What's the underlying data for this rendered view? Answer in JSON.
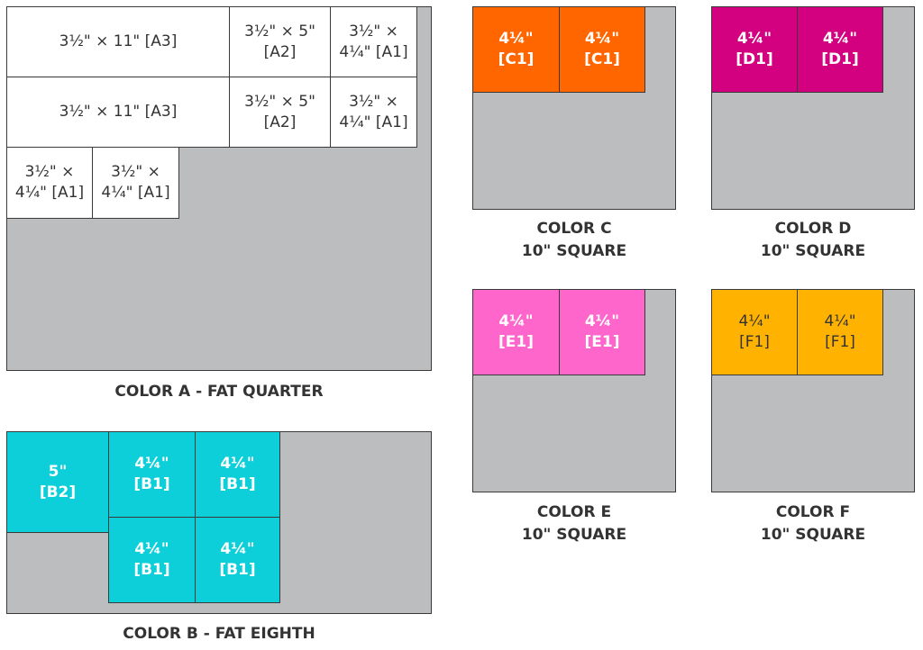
{
  "colors": {
    "A": "#ffffff",
    "B": "#0ccfd9",
    "C": "#ff6600",
    "D": "#d3007f",
    "E": "#ff66cc",
    "F": "#ffb300",
    "fabric": "#bcbdbf"
  },
  "fabric_a": {
    "caption": "COLOR A - FAT QUARTER",
    "pieces": [
      "3½\" × 11\"  [A3]",
      "3½\" × 5\"\n[A2]",
      "3½\" ×\n4¼\" [A1]",
      "3½\" × 11\"  [A3]",
      "3½\" × 5\"\n[A2]",
      "3½\" ×\n4¼\" [A1]",
      "3½\" ×\n4¼\" [A1]",
      "3½\" ×\n4¼\" [A1]"
    ]
  },
  "fabric_b": {
    "caption": "COLOR B - FAT EIGHTH",
    "pieces": [
      "5\"\n[B2]",
      "4¼\"\n[B1]",
      "4¼\"\n[B1]",
      "4¼\"\n[B1]",
      "4¼\"\n[B1]"
    ]
  },
  "fabric_c": {
    "caption": "COLOR C\n10\" SQUARE",
    "pieces": [
      "4¼\"\n[C1]",
      "4¼\"\n[C1]"
    ]
  },
  "fabric_d": {
    "caption": "COLOR D\n10\" SQUARE",
    "pieces": [
      "4¼\"\n[D1]",
      "4¼\"\n[D1]"
    ]
  },
  "fabric_e": {
    "caption": "COLOR E\n10\" SQUARE",
    "pieces": [
      "4¼\"\n[E1]",
      "4¼\"\n[E1]"
    ]
  },
  "fabric_f": {
    "caption": "COLOR F\n10\" SQUARE",
    "pieces": [
      "4¼\"\n[F1]",
      "4¼\"\n[F1]"
    ]
  }
}
